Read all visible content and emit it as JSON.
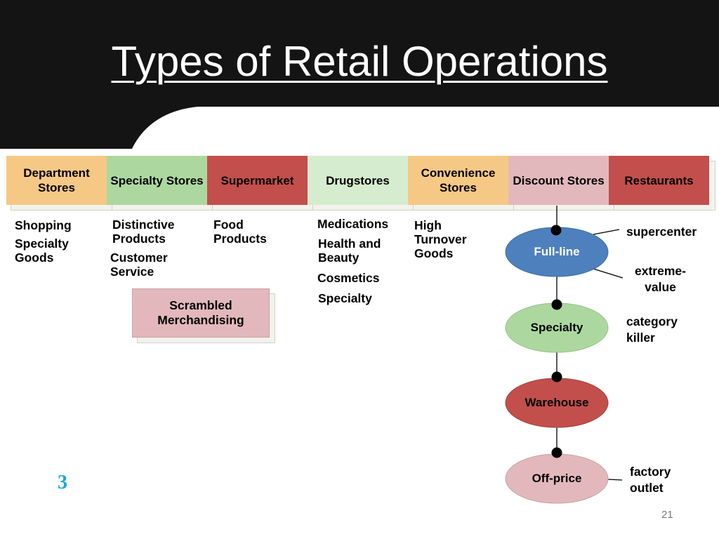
{
  "slide": {
    "title": "Types of Retail Operations",
    "section_number": "3",
    "page_number": "21"
  },
  "categories": [
    {
      "label": "Department Stores",
      "color": "#f6c886"
    },
    {
      "label": "Specialty Stores",
      "color": "#acd89f"
    },
    {
      "label": "Supermarket",
      "color": "#c24f4c"
    },
    {
      "label": "Drugstores",
      "color": "#d6eccf"
    },
    {
      "label": "Convenience Stores",
      "color": "#f6c886"
    },
    {
      "label": "Discount Stores",
      "color": "#e3b8bc"
    },
    {
      "label": "Restaurants",
      "color": "#c24f4c"
    }
  ],
  "descriptions": {
    "department": [
      "Shopping",
      "Specialty Goods"
    ],
    "specialty": [
      "Distinctive Products",
      "Customer Service"
    ],
    "supermarket": [
      "Food Products"
    ],
    "drugstores": [
      "Medications",
      "Health and Beauty",
      "Cosmetics",
      "Specialty"
    ],
    "convenience": [
      "High Turnover Goods"
    ]
  },
  "scrambled": {
    "label": "Scrambled Merchandising",
    "color": "#e3b8bc"
  },
  "discount_types": [
    {
      "label": "Full-line",
      "color": "#4e80bd"
    },
    {
      "label": "Specialty",
      "color": "#acd89f"
    },
    {
      "label": "Warehouse",
      "color": "#c24f4c"
    },
    {
      "label": "Off-price",
      "color": "#e3b8bc"
    }
  ],
  "side_labels": {
    "supercenter": "supercenter",
    "extreme_value": "extreme-value",
    "category_killer": "category killer",
    "factory_outlet": "factory outlet"
  },
  "colors": {
    "header_background": "#141414",
    "section_number": "#1ca7d8"
  }
}
